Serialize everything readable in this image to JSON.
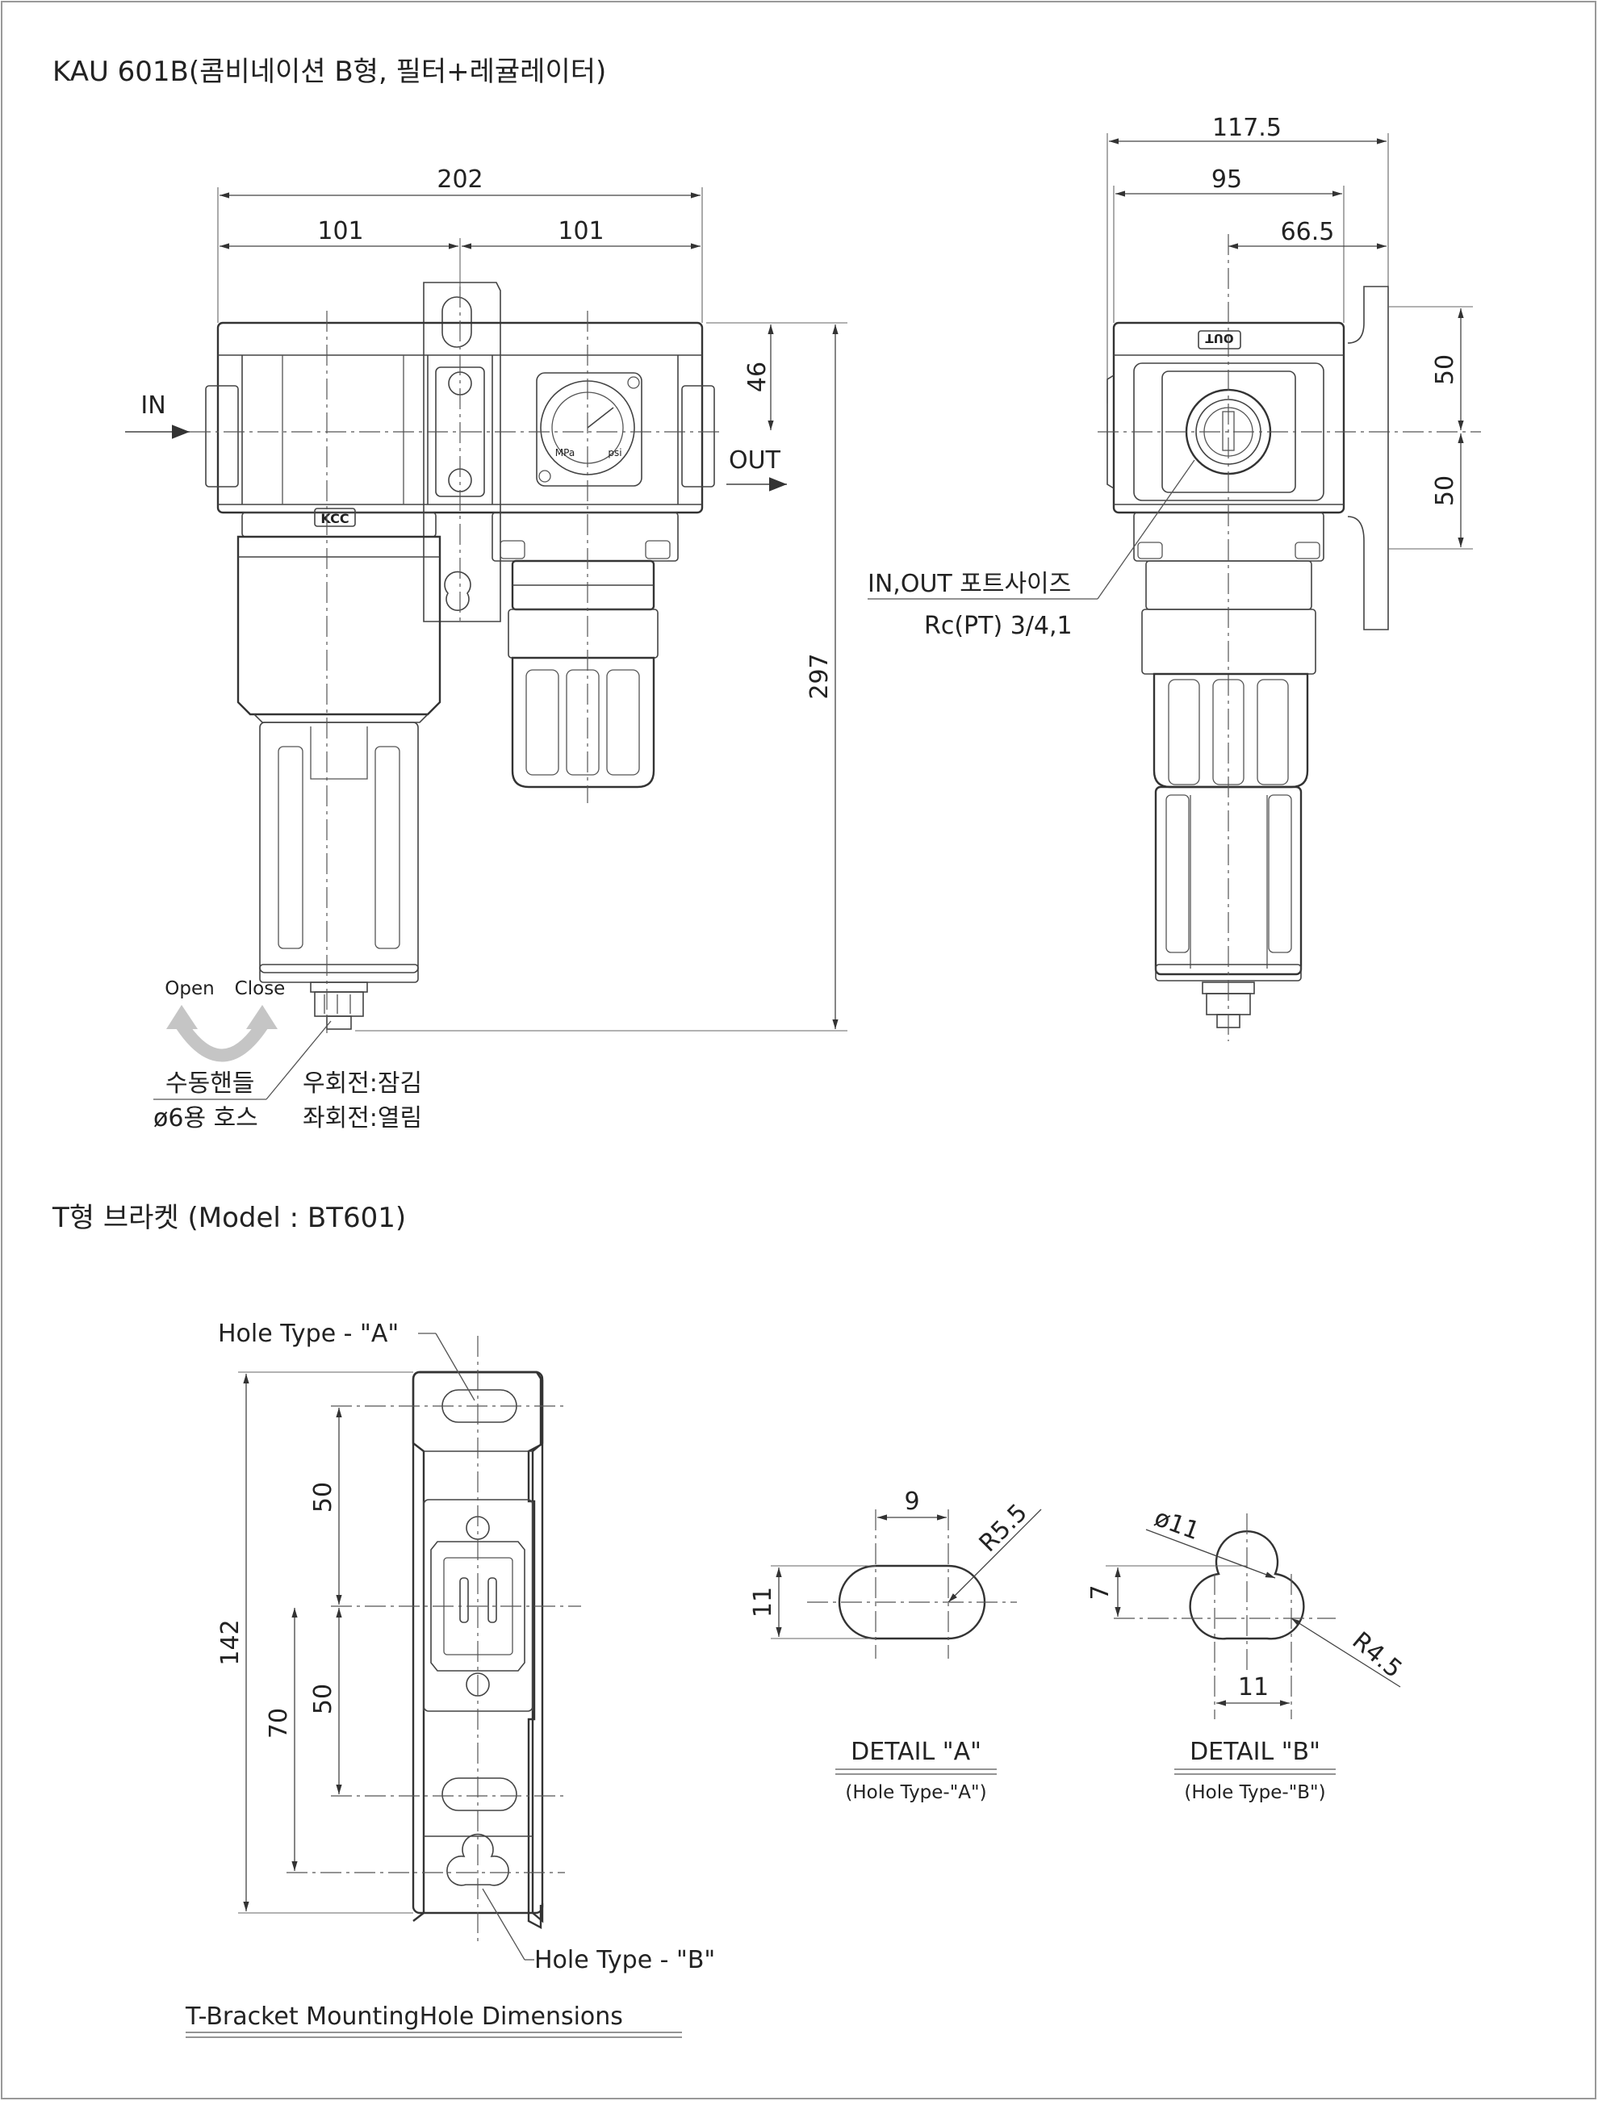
{
  "titles": {
    "main": "KAU 601B(콤비네이션 B형, 필터+레귤레이터)",
    "bracket": "T형 브라켓 (Model : BT601)"
  },
  "front_view": {
    "dims": {
      "overall_width": "202",
      "left_half": "101",
      "right_half": "101",
      "height_to_port": "46",
      "overall_height": "297"
    },
    "labels": {
      "inlet": "IN",
      "outlet": "OUT",
      "open": "Open",
      "close": "Close",
      "manual_handle": "수동핸들",
      "hose": "ø6용 호스",
      "rotate_right": "우회전:잠김",
      "rotate_left": "좌회전:열림",
      "maker_badge": "KCC"
    }
  },
  "gauge": {
    "units_left": "MPa",
    "units_right": "psi"
  },
  "side_view": {
    "dims": {
      "overall_depth": "117.5",
      "body_depth": "95",
      "port_offset": "66.5",
      "bracket_upper": "50",
      "bracket_lower": "50"
    },
    "labels": {
      "port_size_title": "IN,OUT 포트사이즈",
      "port_size_value": "Rc(PT) 3/4,1",
      "out_mark": "OUT"
    }
  },
  "bracket_view": {
    "dims": {
      "overall": "142",
      "lower": "70",
      "upper_hole": "50",
      "lower_hole": "50"
    },
    "labels": {
      "hole_a": "Hole Type -  \"A\"",
      "hole_b": "Hole Type -  \"B\""
    },
    "caption": "T-Bracket  MountingHole Dimensions"
  },
  "detail_a": {
    "title": "DETAIL  \"A\"",
    "subtitle": "(Hole Type-\"A\")",
    "width": "9",
    "height": "11",
    "radius": "R5.5"
  },
  "detail_b": {
    "title": "DETAIL  \"B\"",
    "subtitle": "(Hole Type-\"B\")",
    "diameter": "ø11",
    "offset": "7",
    "width": "11",
    "radius": "R4.5"
  }
}
